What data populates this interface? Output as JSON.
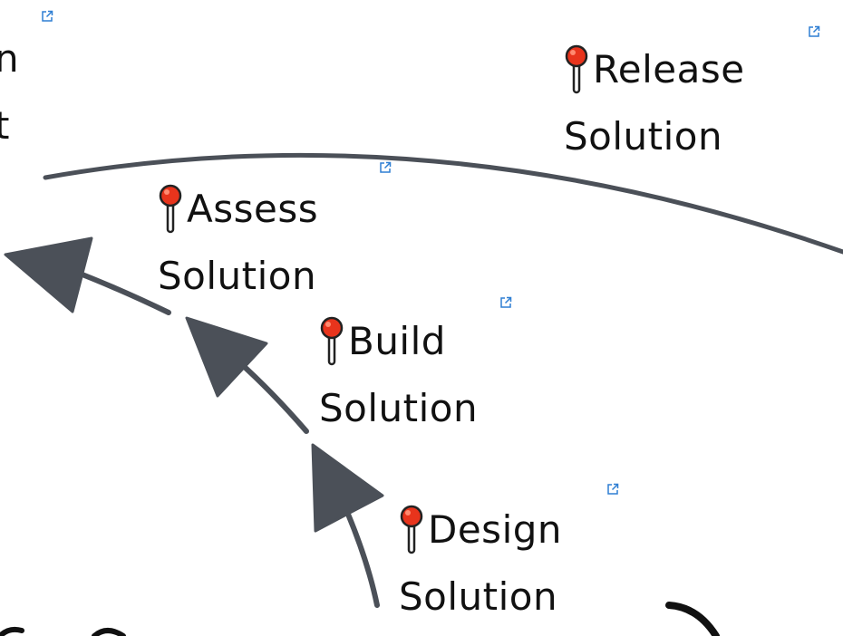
{
  "nodes": {
    "release": {
      "word": "Release",
      "line2": "Solution",
      "icon": "pushpin-icon"
    },
    "assess": {
      "word": "Assess",
      "line2": "Solution",
      "icon": "pushpin-icon"
    },
    "build": {
      "word": "Build",
      "line2": "Solution",
      "icon": "pushpin-icon"
    },
    "design": {
      "word": "Design",
      "line2": "Solution",
      "icon": "pushpin-icon"
    }
  },
  "clipped_text": {
    "top_left_1": "n",
    "top_left_2": "t"
  },
  "colors": {
    "arrow": "#4b5058",
    "pin_head": "#e8341c",
    "link_icon": "#2f7fd3",
    "text": "#111111"
  }
}
